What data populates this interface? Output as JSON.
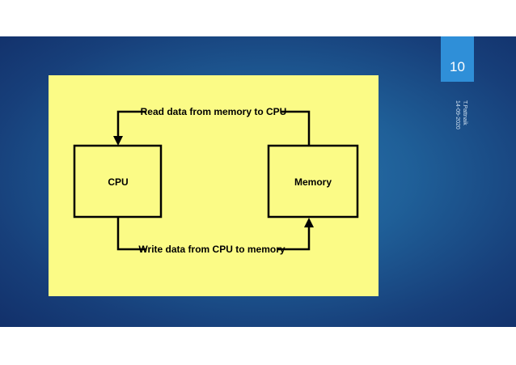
{
  "slide": {
    "page_number": "10",
    "author": "T.Pattnaik",
    "date": "14-09-2020"
  },
  "diagram": {
    "cpu_label": "CPU",
    "memory_label": "Memory",
    "read_label": "Read data from memory to CPU",
    "write_label": "Write data from CPU to memory"
  },
  "colors": {
    "slide_bg": "#1f5f98",
    "page_box": "#2f8fd8",
    "panel": "#fbfb86"
  }
}
